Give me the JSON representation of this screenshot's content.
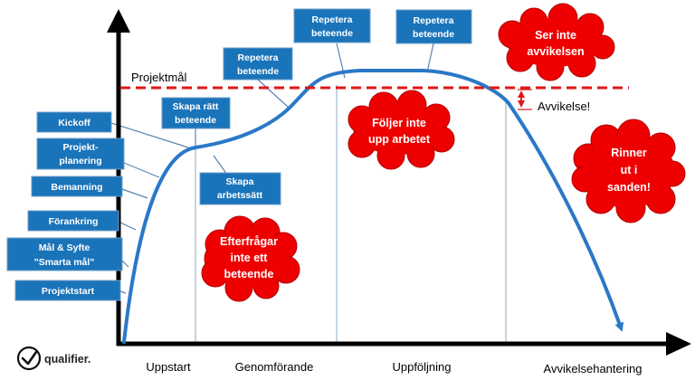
{
  "diagram": {
    "goal_label": "Projektmål",
    "deviation_label": "Avvikelse!",
    "phases": [
      "Uppstart",
      "Genomförande",
      "Uppföljning",
      "Avvikelsehantering"
    ],
    "left_boxes": [
      [
        "Kickoff"
      ],
      [
        "Projekt-",
        "planering"
      ],
      [
        "Bemanning"
      ],
      [
        "Förankring"
      ],
      [
        "Mål & Syfte",
        "”Smarta mål”"
      ],
      [
        "Projektstart"
      ]
    ],
    "mid_boxes": [
      [
        "Skapa rätt",
        "beteende"
      ],
      [
        "Skapa",
        "arbetssätt"
      ],
      [
        "Repetera",
        "beteende"
      ],
      [
        "Repetera",
        "beteende"
      ],
      [
        "Repetera",
        "beteende"
      ]
    ],
    "clouds": [
      [
        "Efterfrågar",
        "inte ett",
        "beteende"
      ],
      [
        "Följer inte",
        "upp arbetet"
      ],
      [
        "Ser inte",
        "avvikelsen"
      ],
      [
        "Rinner",
        "ut i",
        "sanden!"
      ]
    ],
    "logo_text": "qualifier.",
    "colors": {
      "box_blue": "#1a74ba",
      "curve_blue": "#2b78c7",
      "goal_red": "#e01616",
      "cloud_red": "#ee0000"
    }
  }
}
